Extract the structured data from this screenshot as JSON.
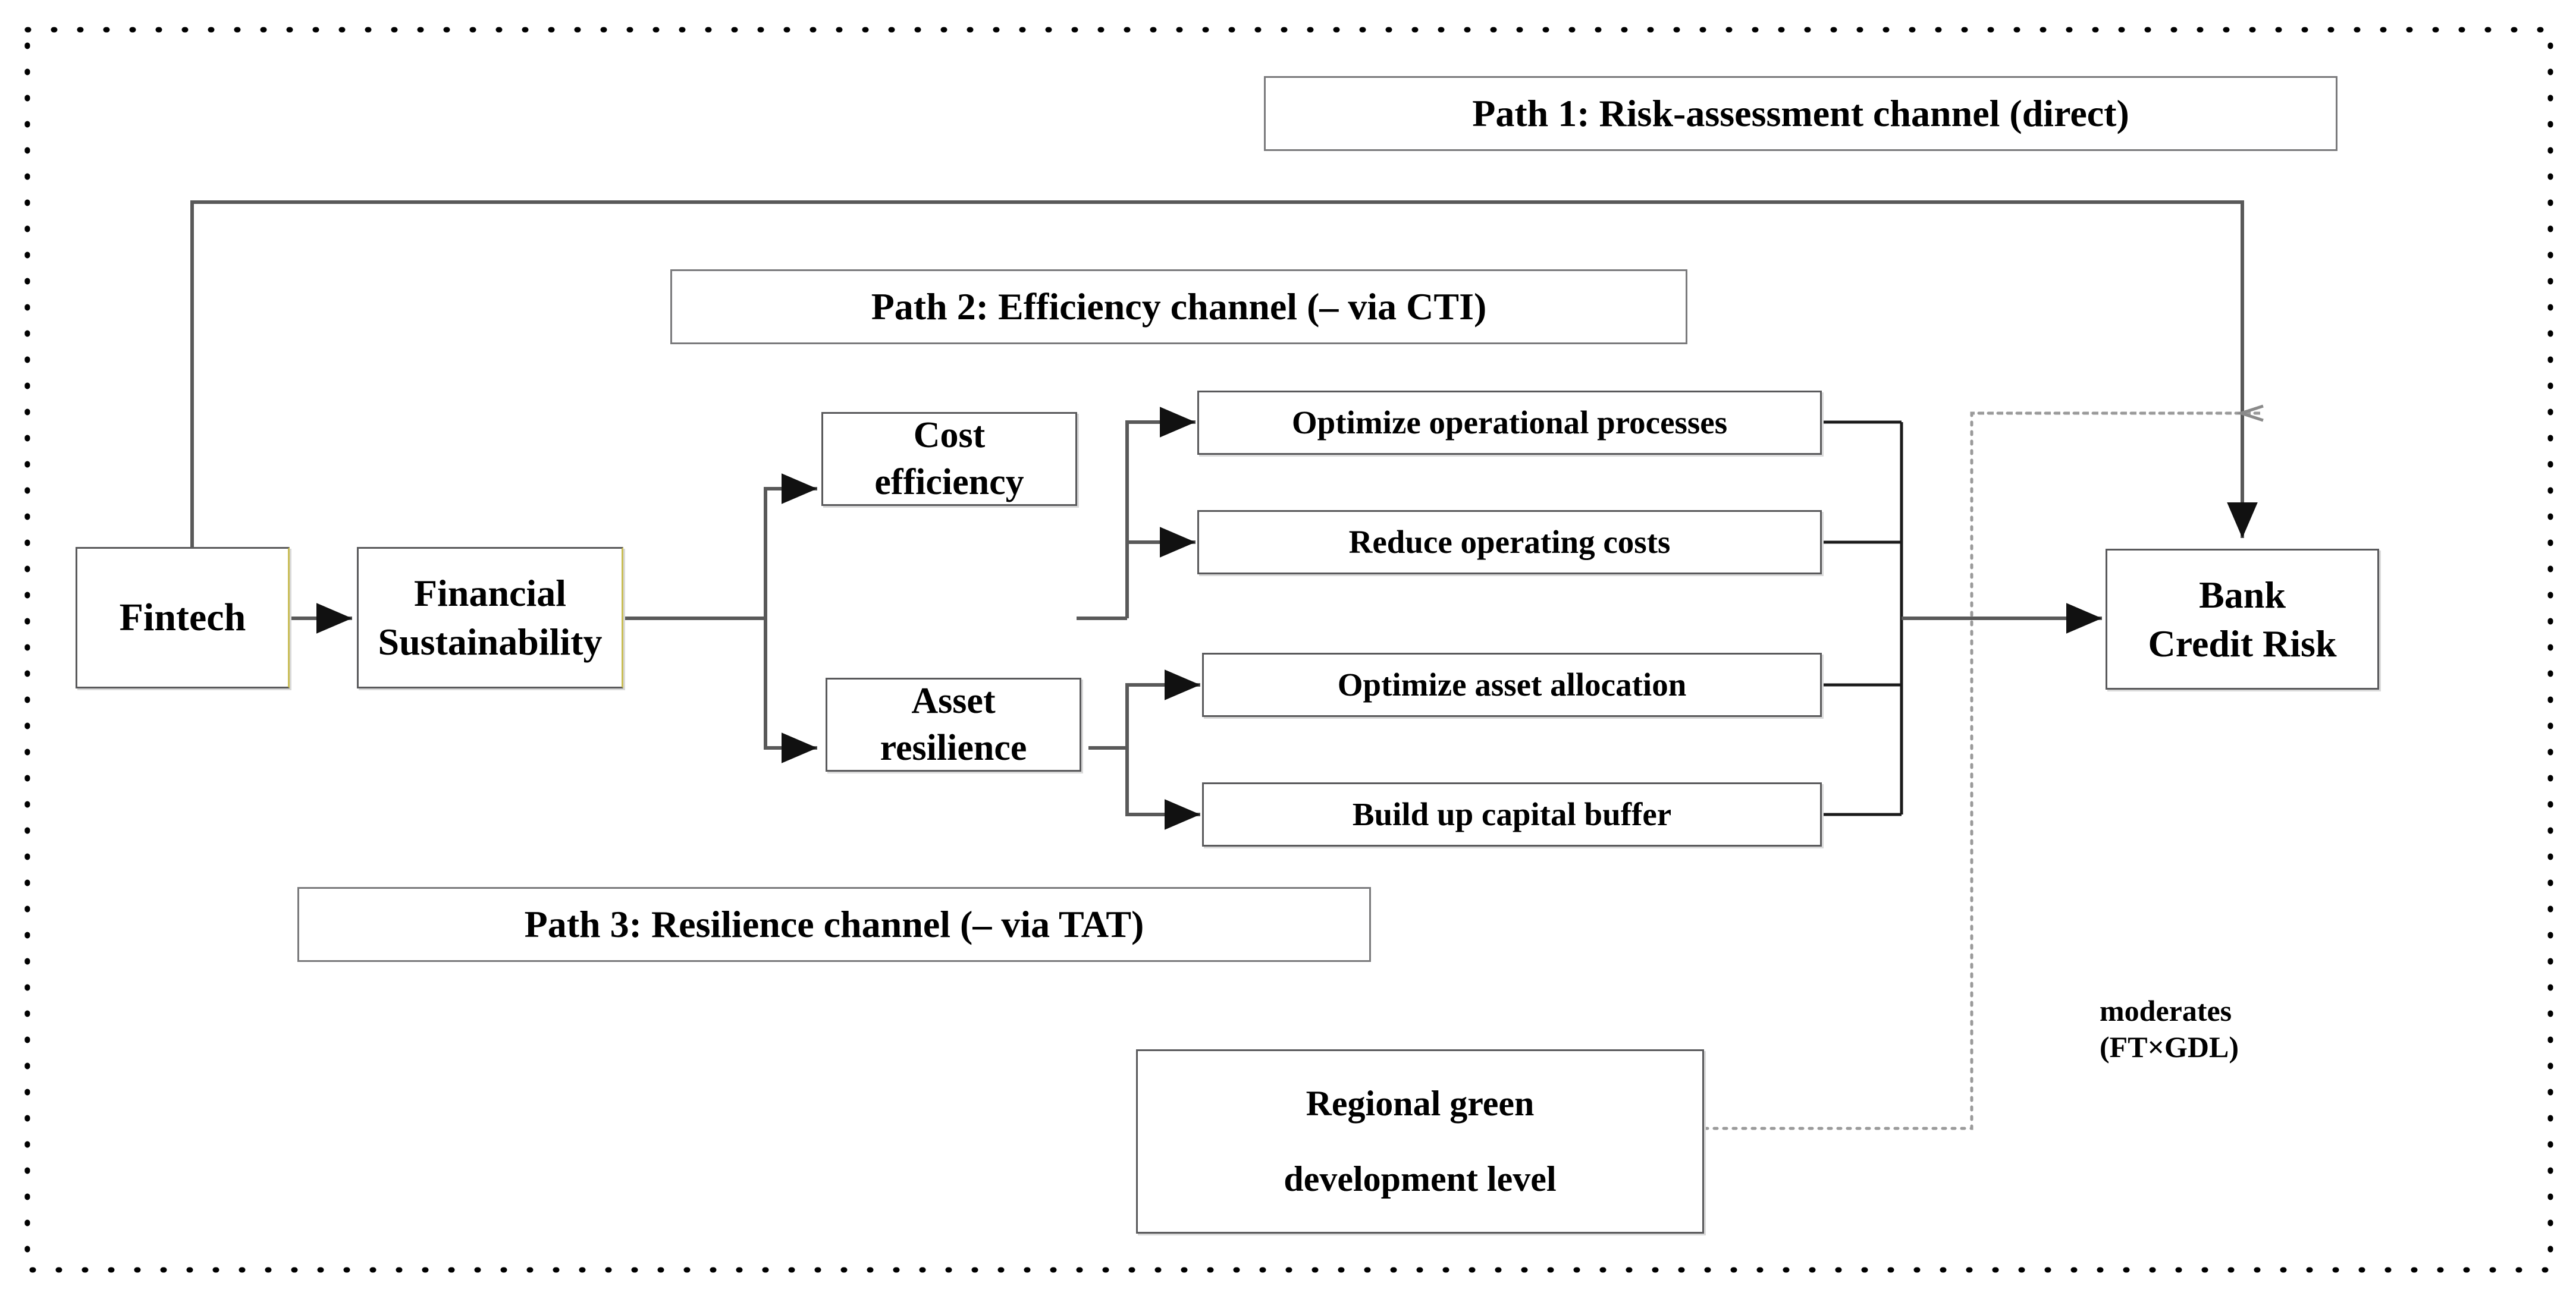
{
  "diagram": {
    "title_none": "",
    "outer_border": {
      "style": "dotted",
      "color": "#000000"
    },
    "colors": {
      "box_border": "#59595b",
      "label_border": "#7a7a7c",
      "accent_yellow": "#c9bd55",
      "arrow": "#595959",
      "dotted_moderator": "#9a9a9a",
      "text": "#000000",
      "background": "#ffffff"
    },
    "path_labels": [
      {
        "id": "path1",
        "text": "Path 1: Risk-assessment channel (direct)"
      },
      {
        "id": "path2",
        "text": "Path 2: Efficiency channel (– via CTI)"
      },
      {
        "id": "path3",
        "text": "Path 3: Resilience channel (– via TAT)"
      }
    ],
    "nodes": [
      {
        "id": "fintech",
        "text": "Fintech"
      },
      {
        "id": "financial_sustainability",
        "text": "Financial\nSustainability"
      },
      {
        "id": "cost_efficiency",
        "text": "Cost\nefficiency"
      },
      {
        "id": "asset_resilience",
        "text": "Asset\nresilience"
      },
      {
        "id": "optimize_operational_processes",
        "text": "Optimize operational processes"
      },
      {
        "id": "reduce_operating_costs",
        "text": "Reduce operating costs"
      },
      {
        "id": "optimize_asset_allocation",
        "text": "Optimize asset allocation"
      },
      {
        "id": "build_up_capital_buffer",
        "text": "Build up capital buffer"
      },
      {
        "id": "bank_credit_risk",
        "text": "Bank\nCredit Risk"
      },
      {
        "id": "regional_green_development_level",
        "text": "Regional green\ndevelopment level"
      }
    ],
    "node_text": {
      "fintech": "Fintech",
      "financial_sustainability_line1": "Financial",
      "financial_sustainability_line2": "Sustainability",
      "cost_efficiency_line1": "Cost",
      "cost_efficiency_line2": "efficiency",
      "asset_resilience_line1": "Asset",
      "asset_resilience_line2": "resilience",
      "optimize_operational_processes": "Optimize operational processes",
      "reduce_operating_costs": "Reduce operating costs",
      "optimize_asset_allocation": "Optimize asset allocation",
      "build_up_capital_buffer": "Build up capital buffer",
      "bank_credit_risk_line1": "Bank",
      "bank_credit_risk_line2": "Credit Risk",
      "regional_green_line1": "Regional green",
      "regional_green_line2": "development level"
    },
    "annotations": {
      "moderates_line1": "moderates",
      "moderates_line2": "(FT×GDL)"
    },
    "edges": [
      {
        "from": "fintech",
        "to": "bank_credit_risk",
        "style": "solid",
        "label": "Path 1: Risk-assessment channel (direct)"
      },
      {
        "from": "fintech",
        "to": "financial_sustainability",
        "style": "solid",
        "label": ""
      },
      {
        "from": "financial_sustainability",
        "to": "cost_efficiency",
        "style": "solid",
        "label": ""
      },
      {
        "from": "financial_sustainability",
        "to": "asset_resilience",
        "style": "solid",
        "label": ""
      },
      {
        "from": "cost_efficiency",
        "to": "optimize_operational_processes",
        "style": "solid",
        "label": ""
      },
      {
        "from": "cost_efficiency",
        "to": "reduce_operating_costs",
        "style": "solid",
        "label": ""
      },
      {
        "from": "asset_resilience",
        "to": "optimize_asset_allocation",
        "style": "solid",
        "label": ""
      },
      {
        "from": "asset_resilience",
        "to": "build_up_capital_buffer",
        "style": "solid",
        "label": ""
      },
      {
        "from": "outcomes_merge",
        "to": "bank_credit_risk",
        "style": "solid",
        "label": ""
      },
      {
        "from": "regional_green_development_level",
        "to": "bank_credit_risk",
        "style": "dotted",
        "label": "moderates (FT×GDL)"
      }
    ]
  }
}
